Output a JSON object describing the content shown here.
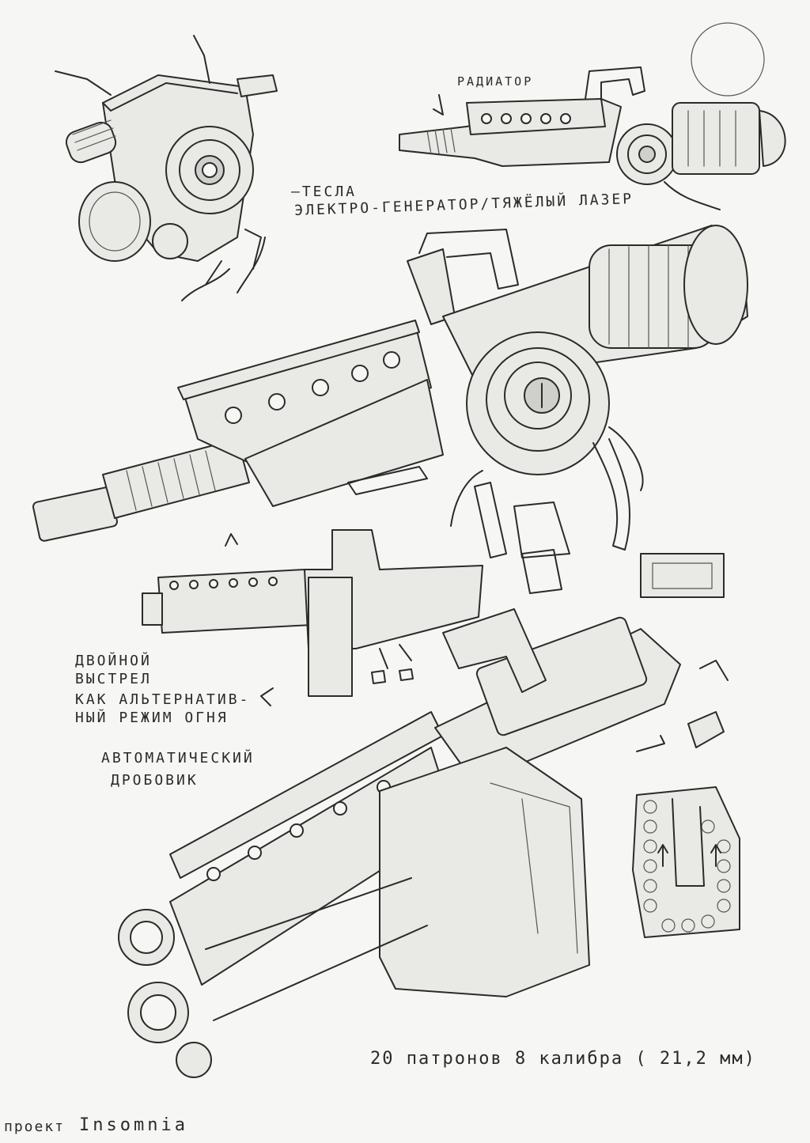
{
  "annotations": {
    "radiator": "РАДИАТОР",
    "tesla": "–ТЕСЛА",
    "generator_laser": "ЭЛЕКТРО-ГЕНЕРАТОР/ТЯЖЁЛЫЙ ЛАЗЕР",
    "double_shot_1": "ДВОЙНОЙ",
    "double_shot_2": "ВЫСТРЕЛ",
    "alt_fire_1": "КАК АЛЬТЕРНАТИВ-",
    "alt_fire_2": "НЫЙ РЕЖИМ ОГНЯ",
    "auto_shotgun_1": "АВТОМАТИЧЕСКИЙ",
    "auto_shotgun_2": "ДРОБОВИК",
    "ammo_spec": "20 патронов   8 калибра ( 21,2 мм)",
    "project_label": "проект",
    "project_name": "Insomnia"
  },
  "colors": {
    "paper": "#f6f6f4",
    "pencil": "#2b2b2b"
  }
}
